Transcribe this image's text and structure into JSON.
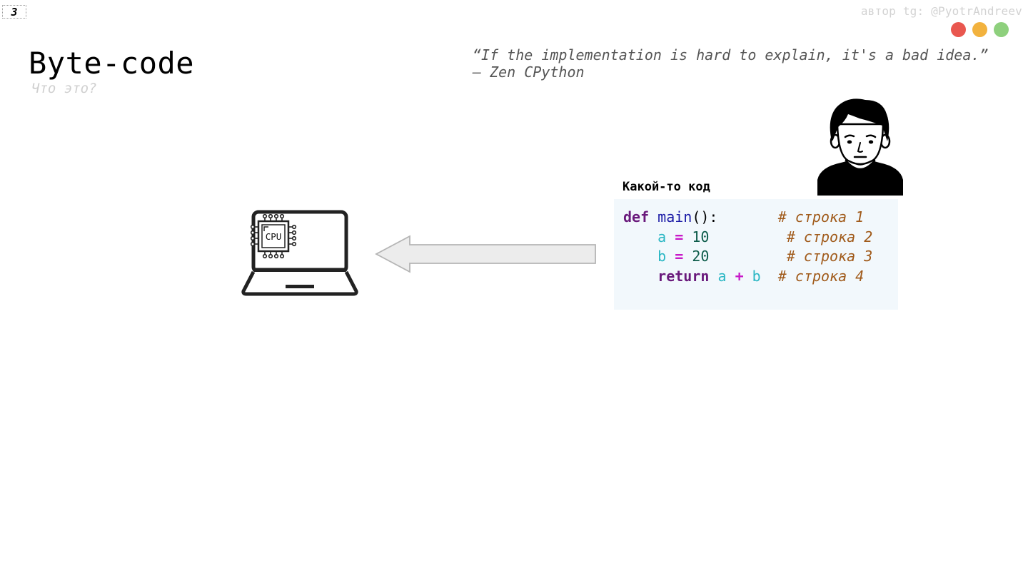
{
  "slide": {
    "number": "3"
  },
  "author": "автор tg: @PyotrAndreev",
  "window_dots": [
    {
      "name": "red-dot",
      "color": "#e9574f"
    },
    {
      "name": "yellow-dot",
      "color": "#f2b23e"
    },
    {
      "name": "green-dot",
      "color": "#8ed07d"
    }
  ],
  "title": "Byte-code",
  "subtitle": "Что это?",
  "quote": {
    "text": "“If the implementation is hard to explain, it's a bad idea.”",
    "source": "— Zen CPython"
  },
  "laptop": {
    "icon": "laptop-icon",
    "chip_label": "CPU"
  },
  "arrow": {
    "icon": "arrow-left-icon",
    "fill": "#ececec",
    "stroke": "#b5b5b5"
  },
  "person": {
    "icon": "person-icon"
  },
  "code": {
    "caption": "Какой-то код",
    "lines": [
      [
        {
          "t": "def",
          "c": "kw"
        },
        {
          "t": " ",
          "c": "p"
        },
        {
          "t": "main",
          "c": "fn"
        },
        {
          "t": "():",
          "c": "p"
        },
        {
          "t": "       ",
          "c": "p"
        },
        {
          "t": "# строка 1",
          "c": "cm"
        }
      ],
      [
        {
          "t": "    ",
          "c": "p"
        },
        {
          "t": "a",
          "c": "var"
        },
        {
          "t": " ",
          "c": "p"
        },
        {
          "t": "=",
          "c": "op"
        },
        {
          "t": " ",
          "c": "p"
        },
        {
          "t": "10",
          "c": "num"
        },
        {
          "t": "         ",
          "c": "p"
        },
        {
          "t": "# строка 2",
          "c": "cm"
        }
      ],
      [
        {
          "t": "    ",
          "c": "p"
        },
        {
          "t": "b",
          "c": "var"
        },
        {
          "t": " ",
          "c": "p"
        },
        {
          "t": "=",
          "c": "op"
        },
        {
          "t": " ",
          "c": "p"
        },
        {
          "t": "20",
          "c": "num"
        },
        {
          "t": "         ",
          "c": "p"
        },
        {
          "t": "# строка 3",
          "c": "cm"
        }
      ],
      [
        {
          "t": "    ",
          "c": "p"
        },
        {
          "t": "return",
          "c": "kw"
        },
        {
          "t": " ",
          "c": "p"
        },
        {
          "t": "a",
          "c": "var"
        },
        {
          "t": " ",
          "c": "p"
        },
        {
          "t": "+",
          "c": "op"
        },
        {
          "t": " ",
          "c": "p"
        },
        {
          "t": "b",
          "c": "var"
        },
        {
          "t": "  ",
          "c": "p"
        },
        {
          "t": "# строка 4",
          "c": "cm"
        }
      ]
    ]
  }
}
